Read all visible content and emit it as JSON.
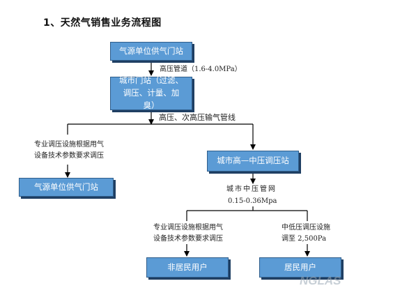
{
  "title": "1、天然气销售业务流程图",
  "boxes": {
    "source_station": "气源单位供气门站",
    "city_gate": "城市门站（过滤、调压、计量、加臭）",
    "city_high_mid": "城市高—中压调压站",
    "left_source_station": "气源单位供气门站",
    "non_residential": "非居民用户",
    "residential": "居民用户"
  },
  "labels": {
    "pipeline_high": "高压管道（1.6-4.0MPa）",
    "high_secondary_line": "高压、次高压输气管线",
    "left_note_line1": "专业调压设施根据用气",
    "left_note_line2": "设备技术参数要求调压",
    "city_mid_network": "城市中压管网",
    "mid_pressure_range": "0.15-0.36Mpa",
    "mid_note_line1": "专业调压设施根据用气",
    "mid_note_line2": "设备技术参数要求调压",
    "right_note_line1": "中低压调压设施",
    "right_note_line2": "调至 2,500Pa"
  },
  "watermark": "NGLAS"
}
